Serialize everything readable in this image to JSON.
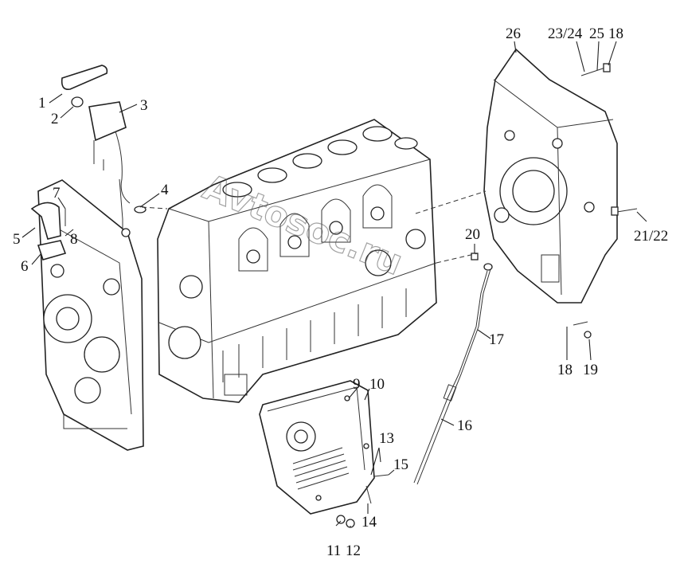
{
  "watermark": "Avtosoc.ru",
  "labels": {
    "l1": "1",
    "l2": "2",
    "l3": "3",
    "l4": "4",
    "l5": "5",
    "l6": "6",
    "l7": "7",
    "l8": "8",
    "l9": "9",
    "l10": "10",
    "l11": "11",
    "l12": "12",
    "l13": "13",
    "l14": "14",
    "l15": "15",
    "l16": "16",
    "l17": "17",
    "l18a": "18",
    "l18b": "18",
    "l19": "19",
    "l20": "20",
    "l21_22": "21/22",
    "l23_24": "23/24",
    "l25": "25",
    "l26": "26"
  }
}
